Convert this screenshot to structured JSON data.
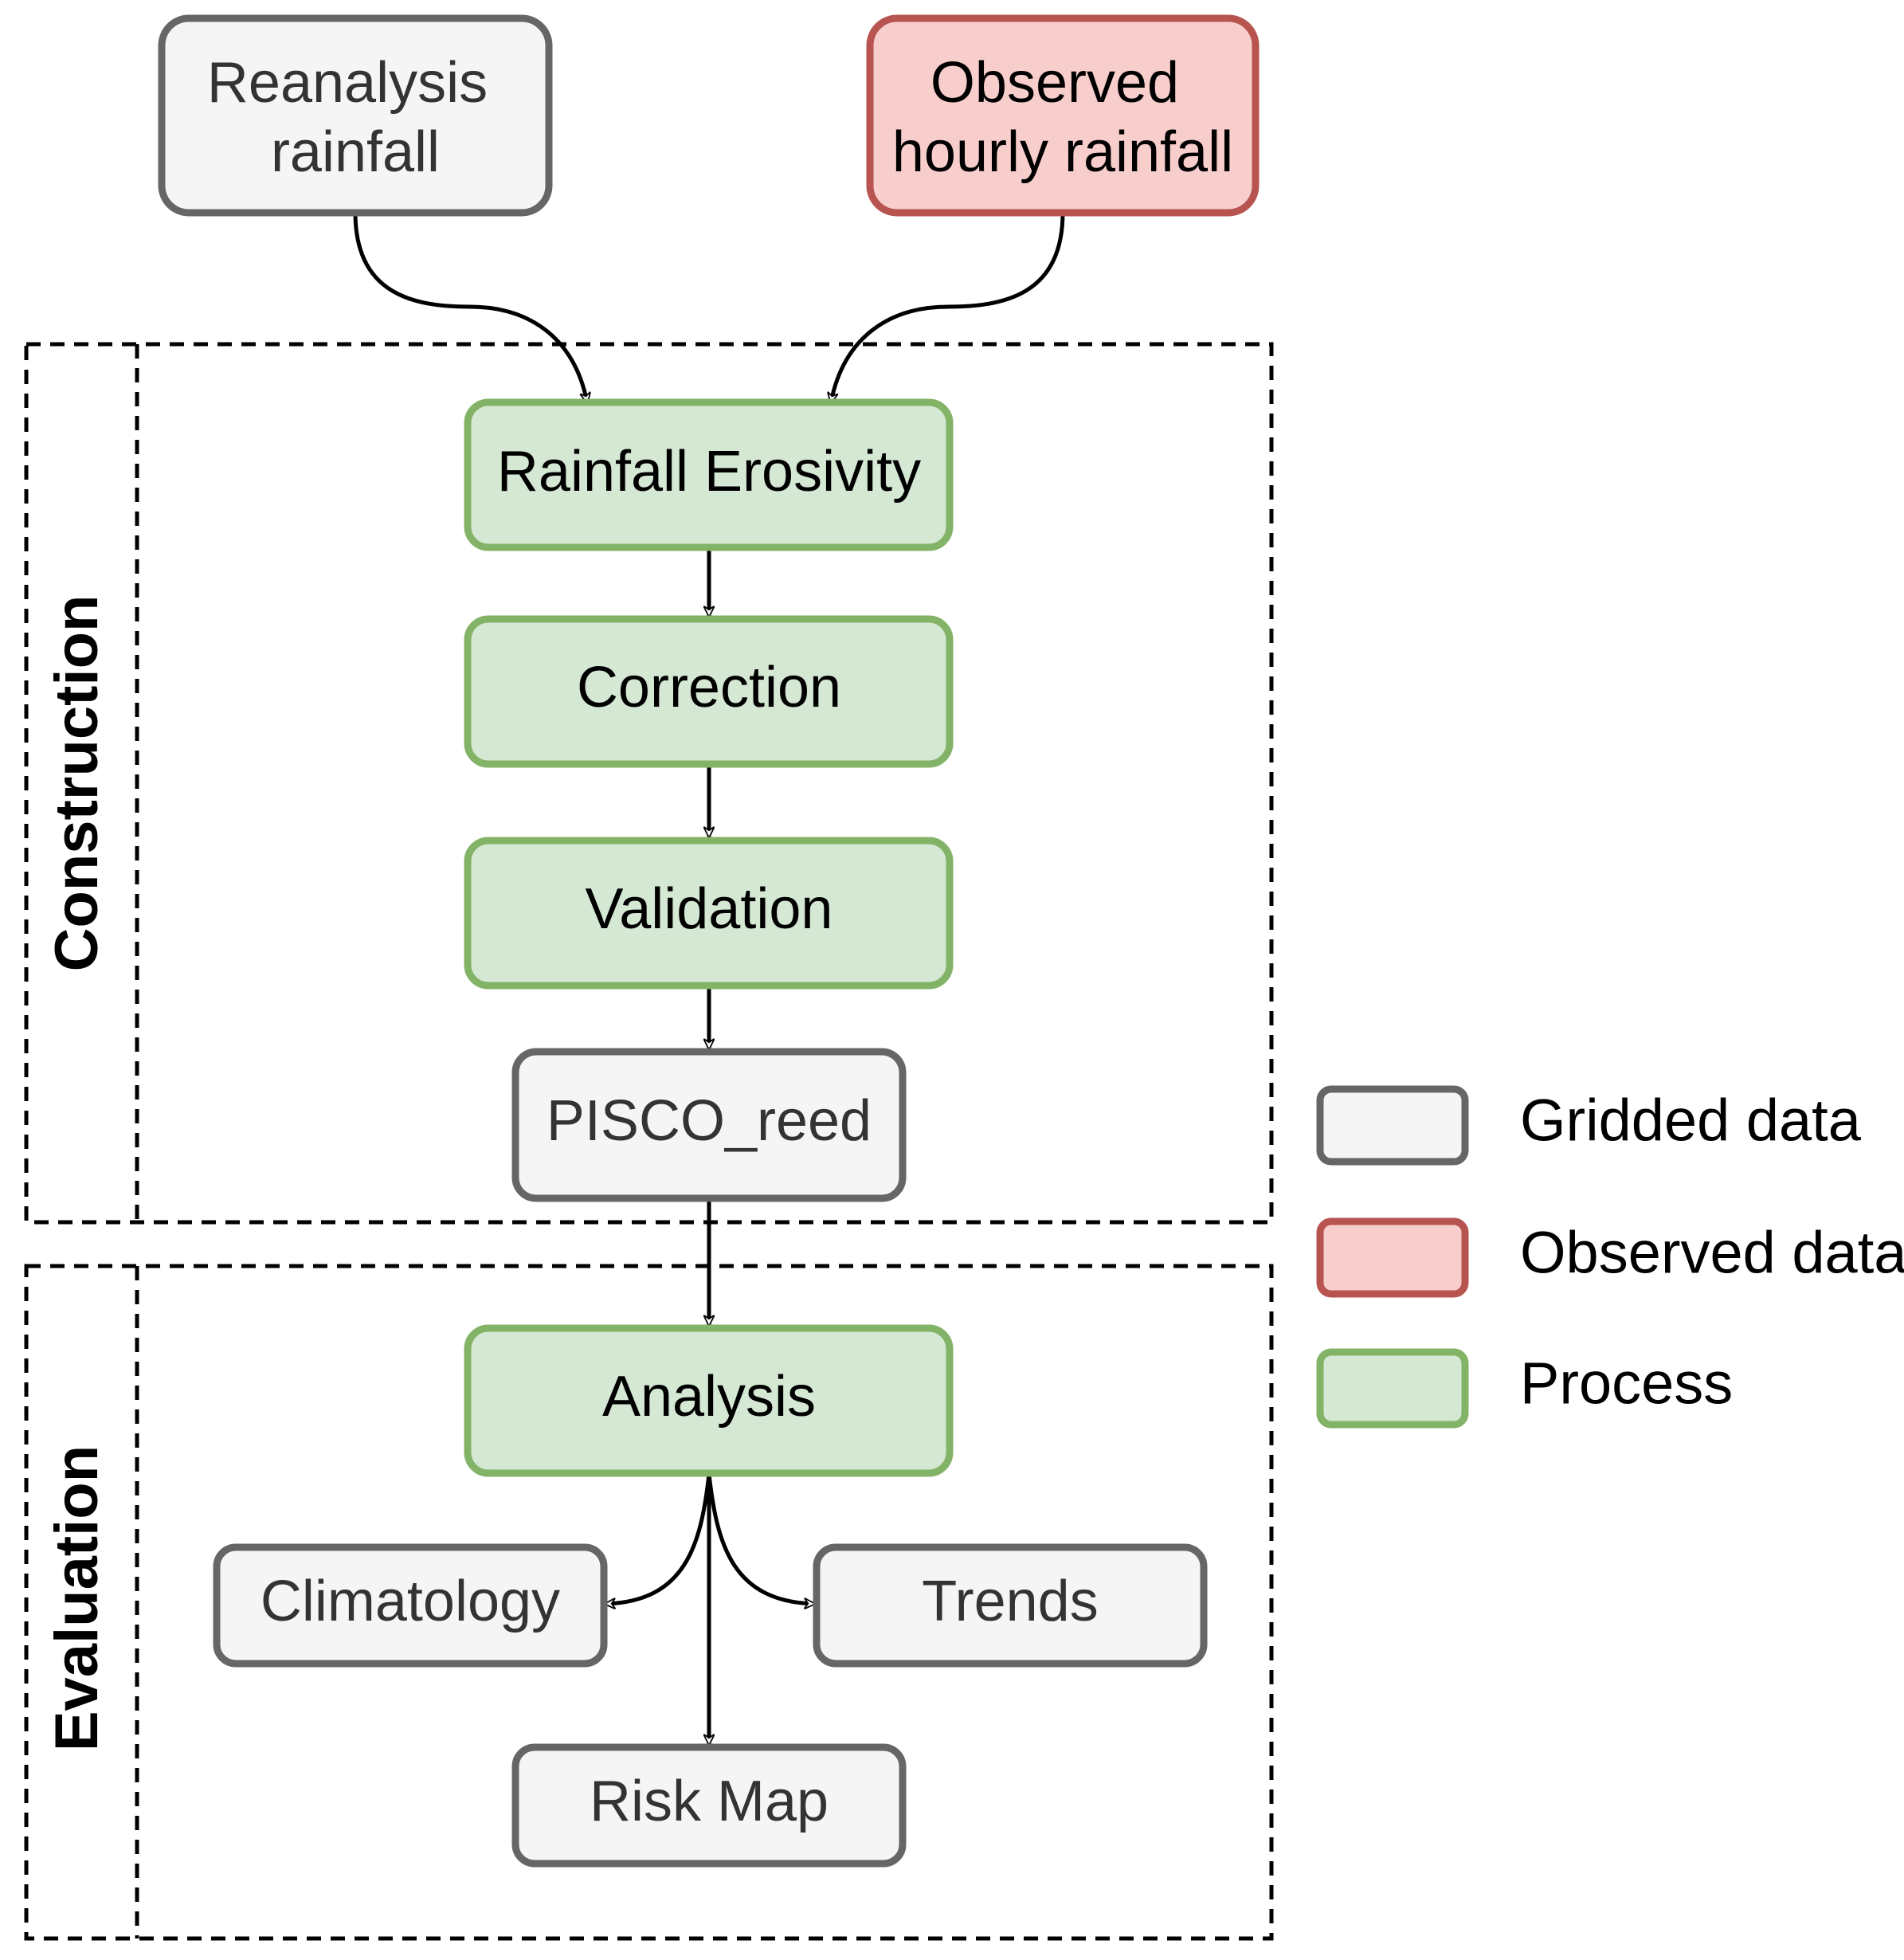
{
  "colors": {
    "gridded_fill": "#f5f5f5",
    "gridded_stroke": "#666666",
    "observed_fill": "#f8cecc",
    "observed_stroke": "#b85450",
    "process_fill": "#d5e8d4",
    "process_stroke": "#82b366",
    "line": "#000000",
    "gridded_text": "#333333",
    "text": "#000000"
  },
  "sections": {
    "construction": "Construction",
    "evaluation": "Evaluation"
  },
  "nodes": {
    "reanalysis": [
      "Reanalysis",
      "rainfall"
    ],
    "observed": [
      "Observed",
      "hourly rainfall"
    ],
    "erosivity": "Rainfall Erosivity",
    "correction": "Correction",
    "validation": "Validation",
    "pisco": "PISCO_reed",
    "analysis": "Analysis",
    "climatology": "Climatology",
    "trends": "Trends",
    "riskmap": "Risk Map"
  },
  "legend": {
    "gridded": "Gridded data",
    "observed": "Observed data",
    "process": "Process"
  }
}
